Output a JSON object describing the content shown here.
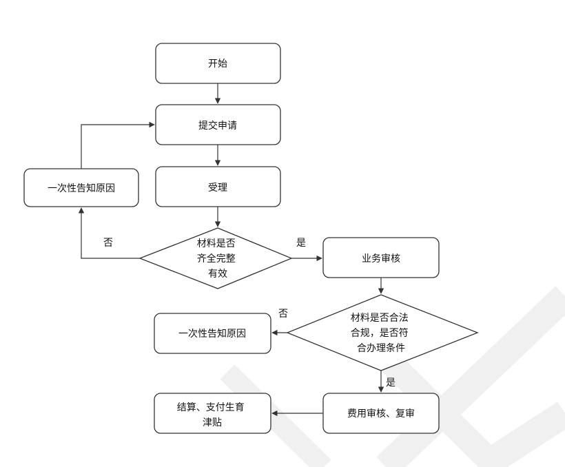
{
  "nodes": {
    "start": [
      "开始"
    ],
    "submit": [
      "提交申请"
    ],
    "accept": [
      "受理"
    ],
    "notify1": [
      "一次性告知原因"
    ],
    "check_materials": [
      "材料是否",
      "齐全完整",
      "有效"
    ],
    "business_review": [
      "业务审核"
    ],
    "check_compliance": [
      "材料是否合法",
      "合规，是否符",
      "合办理条件"
    ],
    "notify2": [
      "一次性告知原因"
    ],
    "fee_review": [
      "费用审核、复审"
    ],
    "settle": [
      "结算、支付生育",
      "津贴"
    ]
  },
  "edge_labels": {
    "materials_no": "否",
    "materials_yes": "是",
    "compliance_no": "否",
    "compliance_yes": "是"
  },
  "colors": {
    "stroke": "#333333",
    "watermark": "#f2f2f2"
  }
}
